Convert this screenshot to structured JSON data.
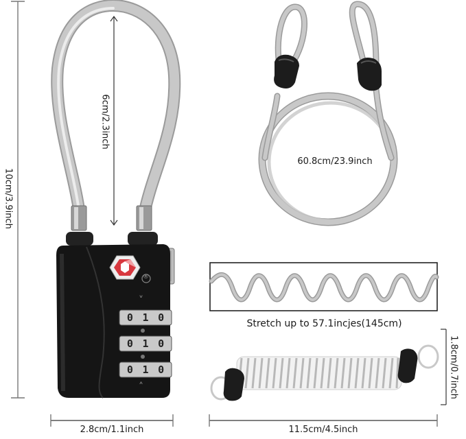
{
  "image": {
    "subject": "TSA combination padlock with steel cables",
    "background_color": "#ffffff"
  },
  "dimensions": {
    "lock_total_height": "10cm/3.9inch",
    "shackle_height": "6cm/2.3inch",
    "lock_width": "2.8cm/1.1inch",
    "loop_cable_length": "60.8cm/23.9inch",
    "coil_stretch_note": "Stretch up to 57.1incjes(145cm)",
    "coil_length": "11.5cm/4.5inch",
    "coil_diameter": "1.8cm/0.7inch"
  },
  "lock": {
    "body_color": "#151515",
    "logo_color": "#d8383f",
    "dials": [
      {
        "digits": [
          "0",
          "1",
          "0"
        ]
      },
      {
        "digits": [
          "0",
          "1",
          "0"
        ]
      },
      {
        "digits": [
          "0",
          "1",
          "0"
        ]
      }
    ],
    "trademark_symbol": "®",
    "arrow_top": "˅",
    "arrow_bottom": "˄"
  },
  "colors": {
    "cable": "#c8c8c8",
    "cable_cap": "#1c1c1c",
    "dim_line": "#333333"
  }
}
